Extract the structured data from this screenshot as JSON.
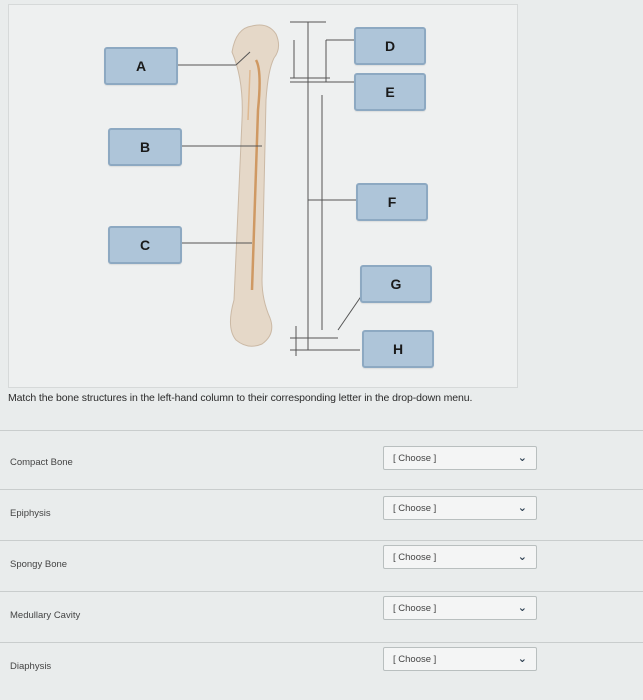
{
  "diagram": {
    "labels": [
      "A",
      "B",
      "C",
      "D",
      "E",
      "F",
      "G",
      "H"
    ]
  },
  "instruction": "Match the bone structures in the left-hand column to their corresponding letter in the drop-down menu.",
  "rows": [
    {
      "label": "Compact Bone",
      "selected": "[ Choose ]"
    },
    {
      "label": "Epiphysis",
      "selected": "[ Choose ]"
    },
    {
      "label": "Spongy Bone",
      "selected": "[ Choose ]"
    },
    {
      "label": "Medullary Cavity",
      "selected": "[ Choose ]"
    },
    {
      "label": "Diaphysis",
      "selected": "[ Choose ]"
    }
  ],
  "icons": {
    "dropdown": "chevron-down-icon"
  },
  "colors": {
    "label_box": "#aec5d9",
    "bone": "#e5d8c8",
    "marrow": "#c98a4a"
  }
}
